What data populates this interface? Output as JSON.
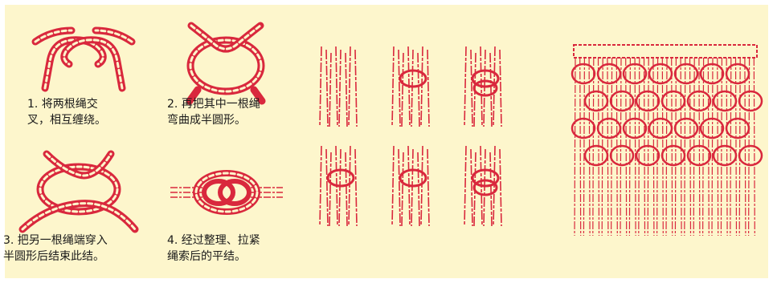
{
  "steps": [
    {
      "caption": "1. 将两根绳交\n叉，相互缠绕。"
    },
    {
      "caption": "2. 再把其中一根绳\n弯曲成半圆形。"
    },
    {
      "caption": "3. 把另一根绳端穿入\n半圆形后结束此结。"
    },
    {
      "caption": "4. 经过整理、拉紧\n绳索后的平结。"
    }
  ],
  "colors": {
    "panel": "#fdf6cc",
    "rope": "#d9283d",
    "text": "#1a1a1a"
  }
}
